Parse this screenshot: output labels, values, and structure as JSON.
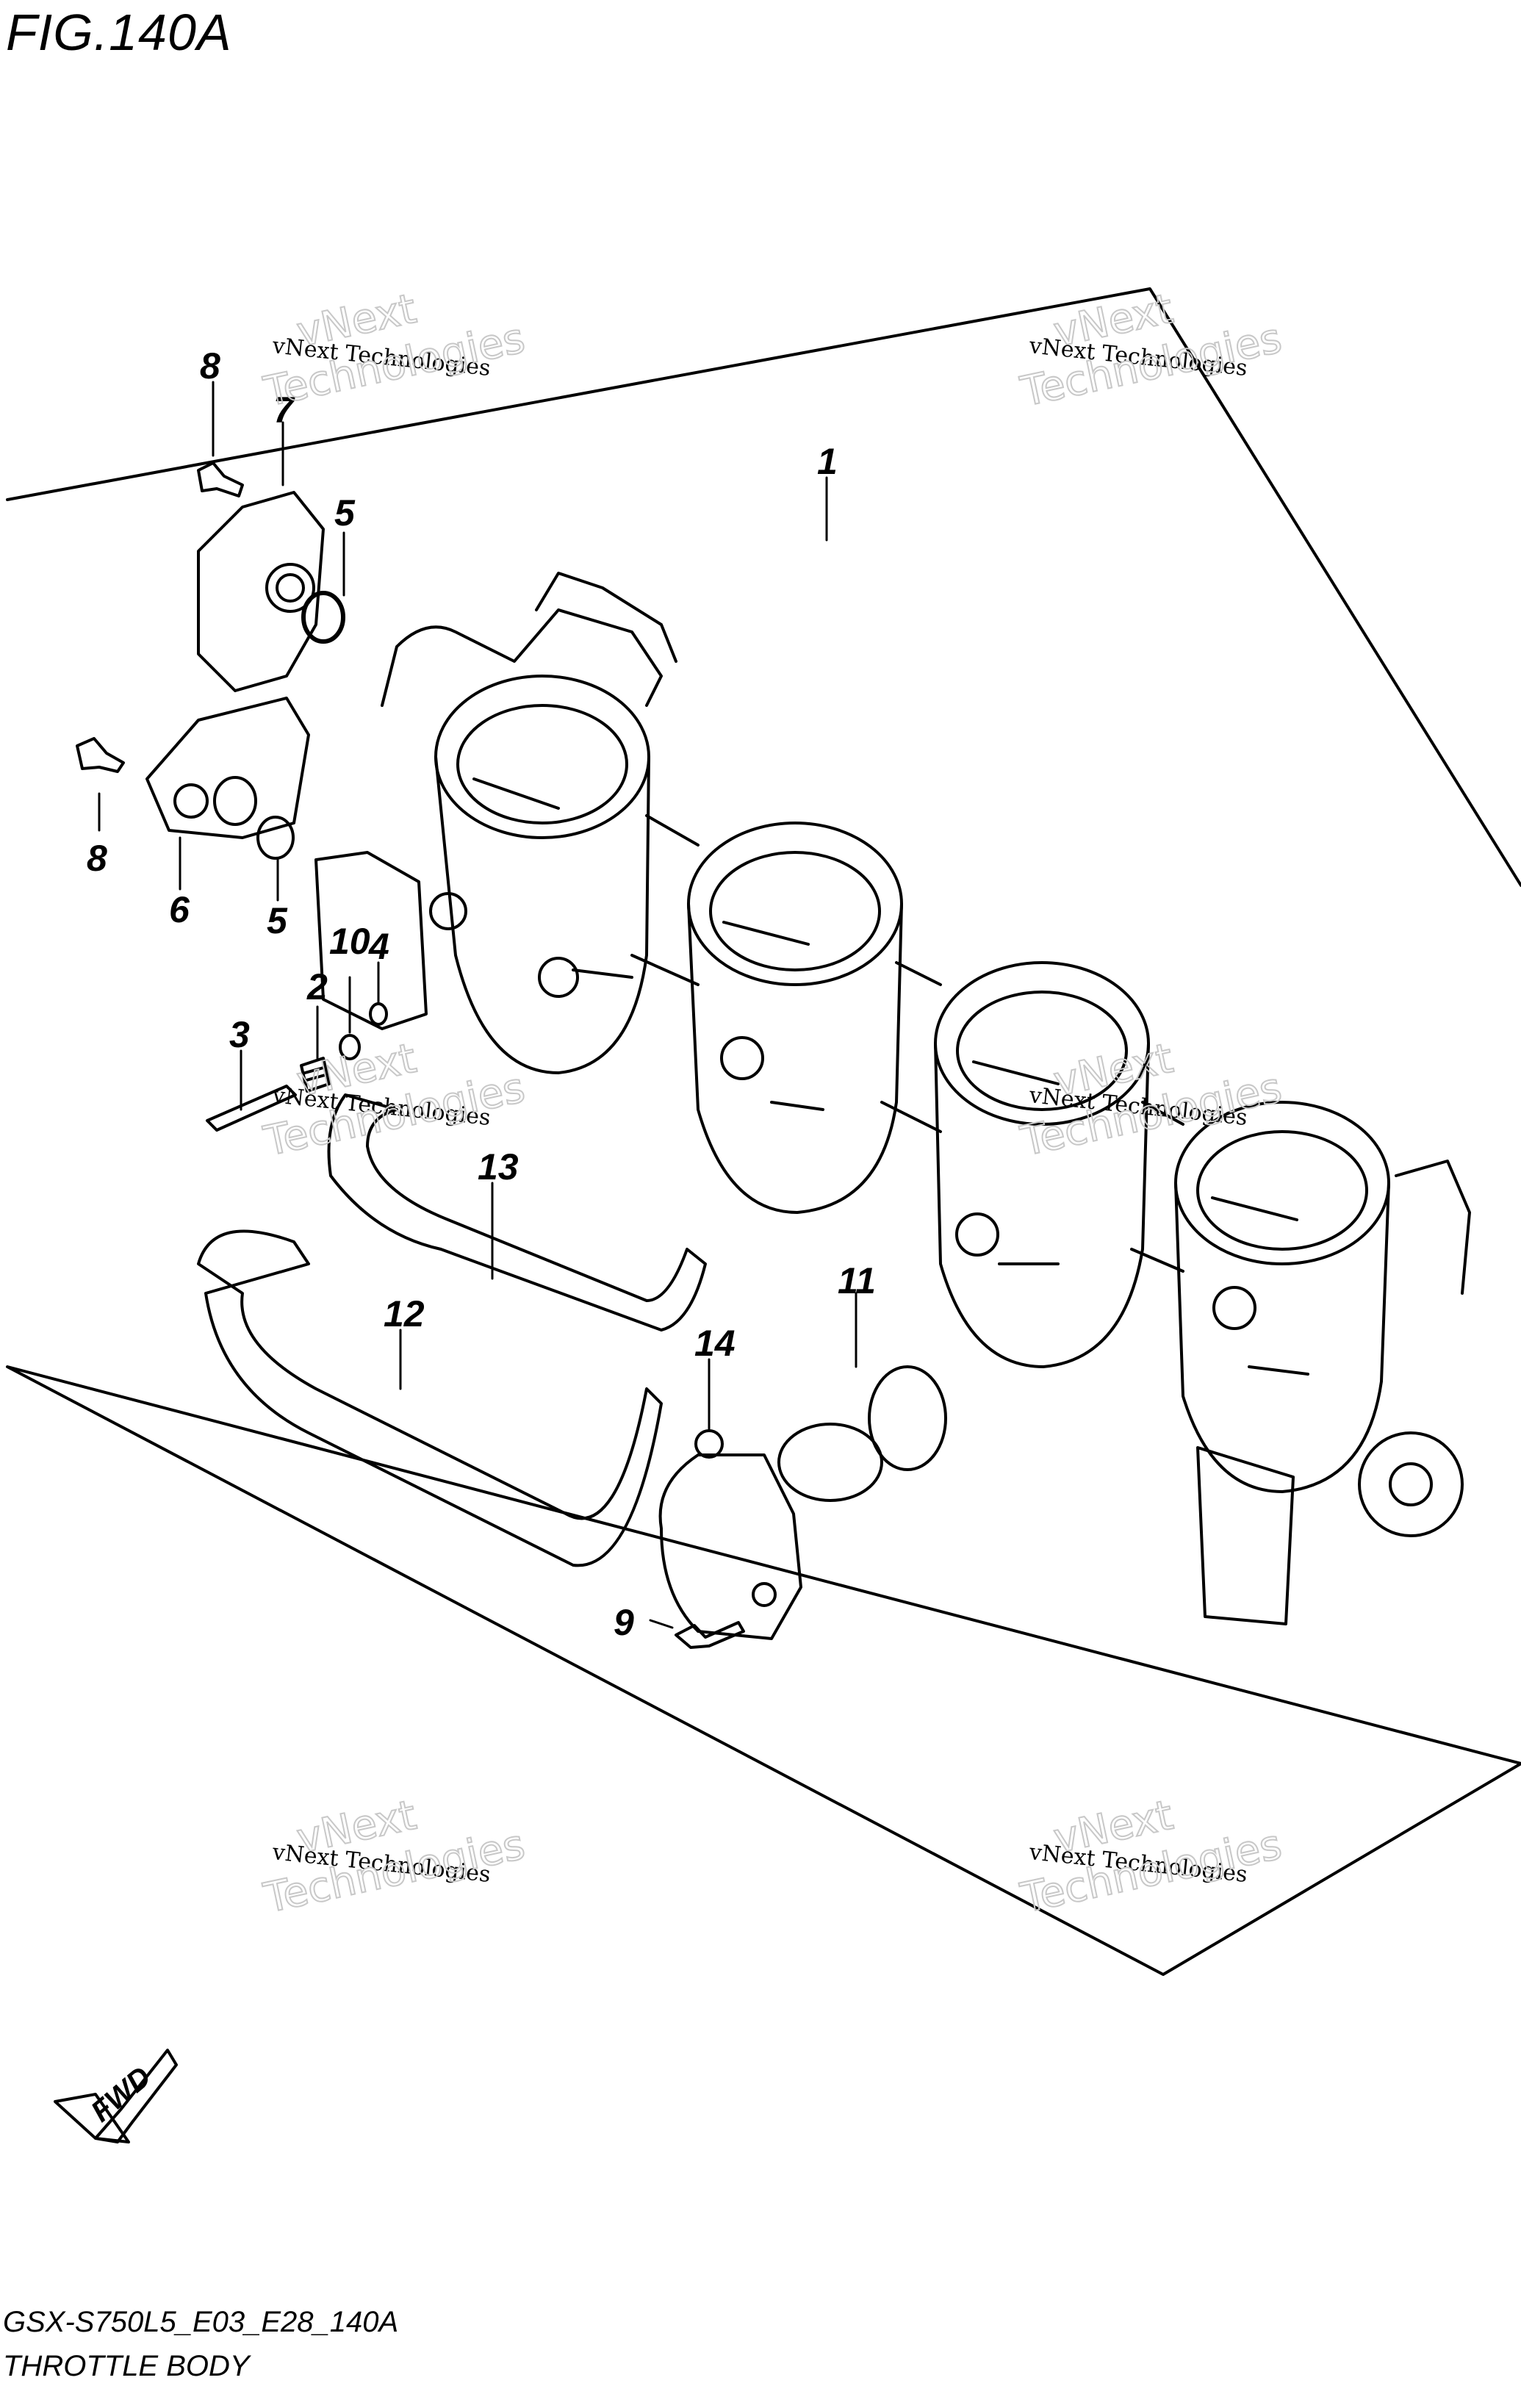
{
  "header": {
    "figure_title": "FIG.140A"
  },
  "footer": {
    "model_code": "GSX-S750L5_E03_E28_140A",
    "caption": "THROTTLE BODY"
  },
  "callouts": [
    "1",
    "2",
    "3",
    "4",
    "5",
    "5",
    "6",
    "7",
    "8",
    "8",
    "9",
    "10",
    "11",
    "12",
    "13",
    "14"
  ],
  "watermark": {
    "line1": "vNext Technologies",
    "line2": "vNext",
    "line3": "Technologies"
  },
  "fwd_label": "FWD"
}
